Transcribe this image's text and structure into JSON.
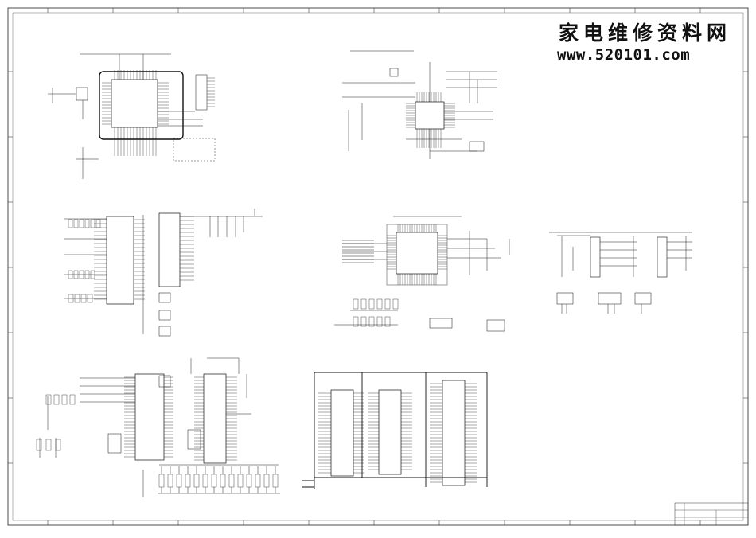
{
  "watermark": {
    "chinese": "家电维修资料网",
    "url": "www.520101.com"
  },
  "schematic": {
    "blocks": [
      {
        "id": "mcu-block"
      },
      {
        "id": "video-decoder-block"
      },
      {
        "id": "memory-interface-block"
      },
      {
        "id": "scaler-block"
      },
      {
        "id": "connector-block"
      },
      {
        "id": "audio-block"
      },
      {
        "id": "sdram-block"
      }
    ]
  }
}
